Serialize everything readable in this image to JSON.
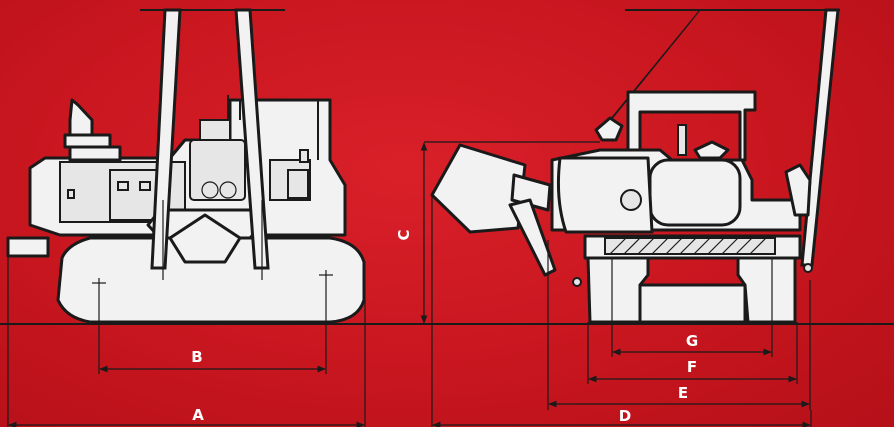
{
  "dimension_labels": {
    "a": "A",
    "b": "B",
    "c": "C",
    "d": "D",
    "e": "E",
    "f": "F",
    "g": "G"
  },
  "colors": {
    "background": "#c8161f",
    "machine_fill": "#f2f2f2",
    "outline": "#1a1a1a",
    "label": "#ffffff"
  }
}
